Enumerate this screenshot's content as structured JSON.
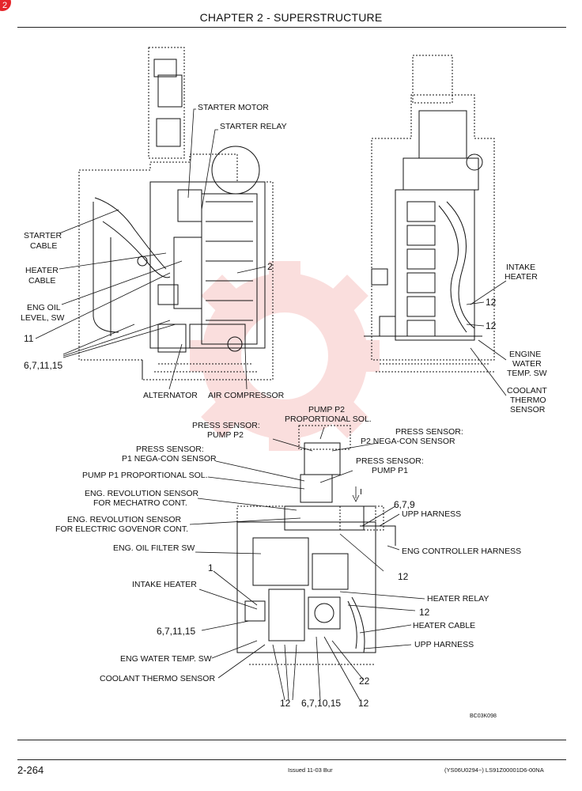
{
  "header": {
    "title": "CHAPTER 2 - SUPERSTRUCTURE",
    "badge": "2"
  },
  "labels": {
    "starter_motor": "STARTER MOTOR",
    "starter_relay": "STARTER RELAY",
    "starter_cable_1": "STARTER",
    "starter_cable_2": "CABLE",
    "heater_cable_1": "HEATER",
    "heater_cable_2": "CABLE",
    "eng_oil_level_1": "ENG OIL",
    "eng_oil_level_2": "LEVEL, SW",
    "n11": "11",
    "n6711_15": "6,7,11,15",
    "n2": "2",
    "alternator": "ALTERNATOR",
    "air_compressor": "AIR COMPRESSOR",
    "intake_heater_r1": "INTAKE",
    "intake_heater_r2": "HEATER",
    "n12_a": "12",
    "n12_b": "12",
    "engine_water_1": "ENGINE",
    "engine_water_2": "WATER",
    "engine_water_3": "TEMP. SW",
    "coolant_thermo_r1": "COOLANT",
    "coolant_thermo_r2": "THERMO",
    "coolant_thermo_r3": "SENSOR",
    "pump_p2_prop_1": "PUMP P2",
    "pump_p2_prop_2": "PROPORTIONAL SOL.",
    "press_pump_p2_1": "PRESS SENSOR:",
    "press_pump_p2_2": "PUMP P2",
    "press_p2_nega_1": "PRESS SENSOR:",
    "press_p2_nega_2": "P2 NEGA-CON SENSOR",
    "press_p1_nega_1": "PRESS SENSOR:",
    "press_p1_nega_2": "P1 NEGA-CON SENSOR",
    "press_pump_p1_1": "PRESS SENSOR:",
    "press_pump_p1_2": "PUMP P1",
    "pump_p1_prop": "PUMP P1 PROPORTIONAL SOL.",
    "eng_rev_mech_1": "ENG. REVOLUTION SENSOR",
    "eng_rev_mech_2": "FOR MECHATRO CONT.",
    "eng_rev_gov_1": "ENG. REVOLUTION SENSOR",
    "eng_rev_gov_2": "FOR ELECTRIC GOVENOR CONT.",
    "n679": "6,7,9",
    "upp_harness_top": "UPP HARNESS",
    "eng_controller_harness": "ENG CONTROLLER HARNESS",
    "eng_oil_filter_sw": "ENG. OIL FILTER SW",
    "n1": "1",
    "n12_c": "12",
    "intake_heater_b": "INTAKE HEATER",
    "heater_relay": "HEATER RELAY",
    "n12_d": "12",
    "n6711_15_b": "6,7,11,15",
    "heater_cable_b": "HEATER CABLE",
    "upp_harness_b": "UPP HARNESS",
    "eng_water_temp_sw": "ENG WATER TEMP. SW",
    "coolant_thermo_b": "COOLANT THERMO SENSOR",
    "n22": "22",
    "n12_e": "12",
    "n671015": "6,7,10,15",
    "n12_f": "12",
    "ref_code": "BC03K098",
    "arrow_i": "I"
  },
  "footer": {
    "page": "2-264",
    "issued": "Issued 11-03   Bur",
    "code": "(YS06U0294~)   LS91Z00001D6-00NA"
  },
  "colors": {
    "badge": "#e5262a",
    "watermark": "#e53935"
  }
}
